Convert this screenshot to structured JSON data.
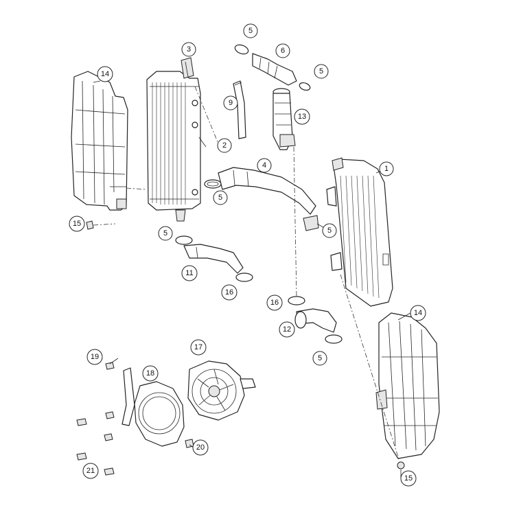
{
  "callouts": {
    "c5a": "5",
    "c6": "6",
    "c5b": "5",
    "c3": "3",
    "c14a": "14",
    "c9": "9",
    "c13": "13",
    "c2": "2",
    "c4": "4",
    "c1": "1",
    "c5c": "5",
    "c15a": "15",
    "c5d": "5",
    "c5e": "5",
    "c11": "11",
    "c16a": "16",
    "c16b": "16",
    "c14b": "14",
    "c12": "12",
    "c5f": "5",
    "c19": "19",
    "c18": "18",
    "c17": "17",
    "c20": "20",
    "c21": "21",
    "c15b": "15"
  },
  "colors": {
    "line": "#222222",
    "background": "#ffffff"
  }
}
